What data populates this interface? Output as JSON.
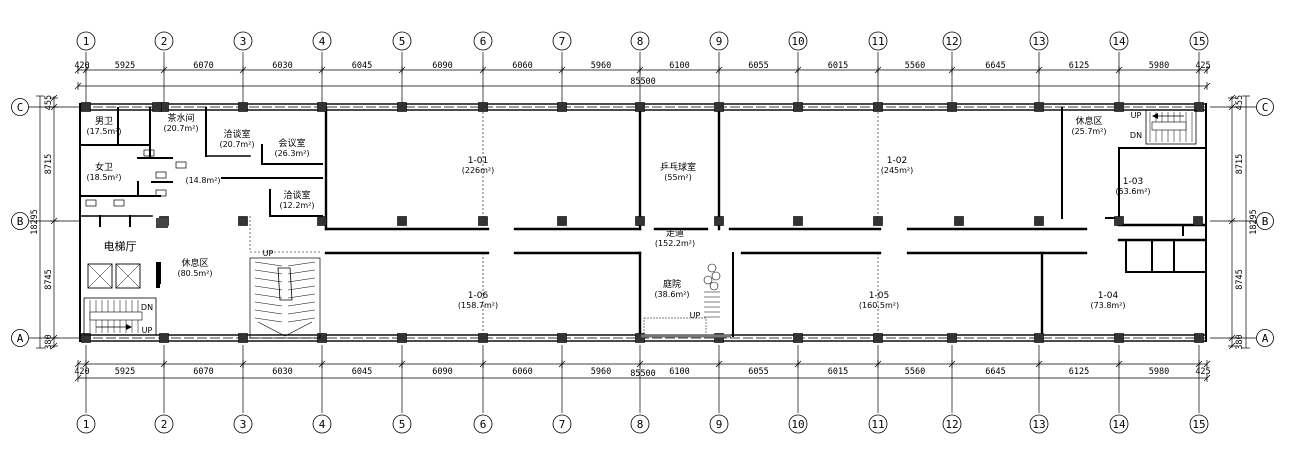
{
  "axes": {
    "numbers": [
      "1",
      "2",
      "3",
      "4",
      "5",
      "6",
      "7",
      "8",
      "9",
      "10",
      "11",
      "12",
      "13",
      "14",
      "15"
    ],
    "letters": [
      "C",
      "B",
      "A"
    ]
  },
  "dimensions": {
    "segments": [
      "420",
      "5925",
      "6070",
      "6030",
      "6045",
      "6090",
      "6060",
      "5960",
      "6100",
      "6055",
      "6015",
      "5560",
      "6645",
      "6125",
      "5980",
      "425"
    ],
    "total": "85500",
    "left_side": [
      "455",
      "8715",
      "8745",
      "380"
    ],
    "left_total": "18295",
    "right_side": [
      "455",
      "8715",
      "8745",
      "380"
    ],
    "right_total": "18295"
  },
  "rooms": [
    {
      "name": "男卫",
      "area": "(17.5m²)"
    },
    {
      "name": "茶水间",
      "area": "(20.7m²)"
    },
    {
      "name": "洽谈室",
      "area": "(20.7m²)"
    },
    {
      "name": "会议室",
      "area": "(26.3m²)"
    },
    {
      "name": "女卫",
      "area": "(18.5m²)"
    },
    {
      "name": "",
      "area": "(14.8m²)"
    },
    {
      "name": "洽谈室",
      "area": "(12.2m²)"
    },
    {
      "name": "电梯厅",
      "area": ""
    },
    {
      "name": "休息区",
      "area": "(80.5m²)"
    },
    {
      "name": "1-01",
      "area": "(226m²)"
    },
    {
      "name": "乒乓球室",
      "area": "(55m²)"
    },
    {
      "name": "1-02",
      "area": "(245m²)"
    },
    {
      "name": "休息区",
      "area": "(25.7m²)"
    },
    {
      "name": "1-03",
      "area": "(53.6m²)"
    },
    {
      "name": "走道",
      "area": "(152.2m²)"
    },
    {
      "name": "庭院",
      "area": "(38.6m²)"
    },
    {
      "name": "1-06",
      "area": "(158.7m²)"
    },
    {
      "name": "1-05",
      "area": "(160.5m²)"
    },
    {
      "name": "1-04",
      "area": "(73.8m²)"
    }
  ],
  "stair_labels": {
    "up": "UP",
    "dn": "DN"
  }
}
